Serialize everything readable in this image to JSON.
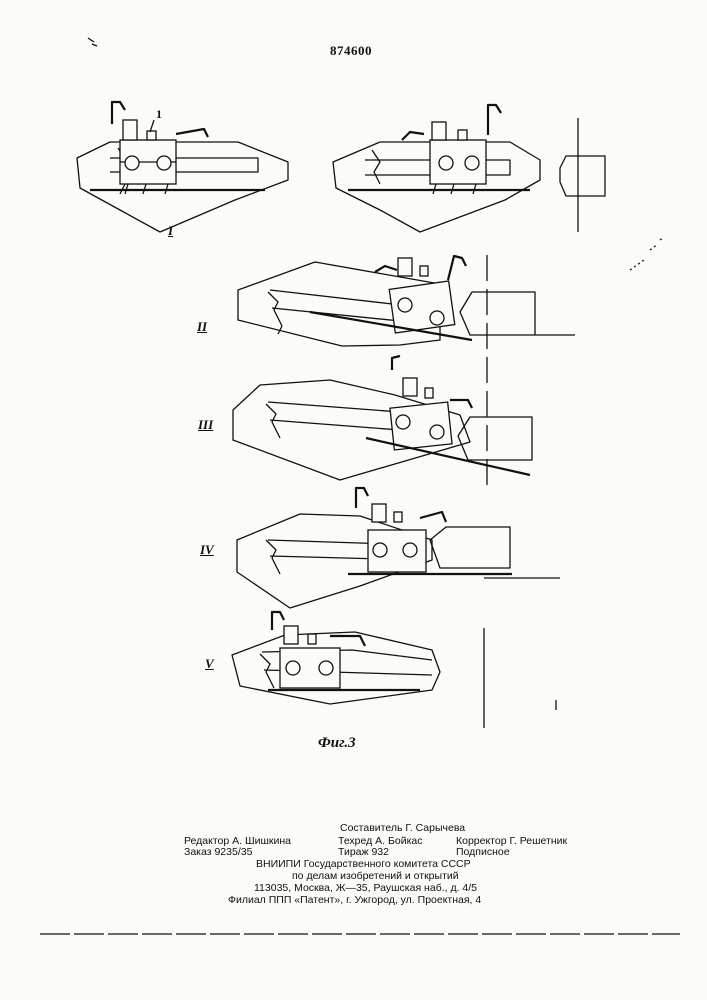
{
  "patent_number": "874600",
  "callout": "1",
  "stage_labels": [
    "I",
    "II",
    "III",
    "IV",
    "V"
  ],
  "figure_caption": "Фиг.3",
  "imprint": {
    "compiler": "Составитель Г. Сарычева",
    "editor": "Редактор А. Шишкина",
    "techred": "Техред А. Бойкас",
    "corrector": "Корректор Г. Решетник",
    "order": "Заказ 9235/35",
    "circulation": "Тираж 932",
    "subscription": "Подписное",
    "org_line1": "ВНИИПИ Государственного комитета СССР",
    "org_line2": "по делам изобретений и открытий",
    "address": "113035, Москва, Ж—35, Раушская наб., д. 4/5",
    "branch": "Филиал ППП «Патент», г. Ужгород, ул. Проектная, 4"
  }
}
